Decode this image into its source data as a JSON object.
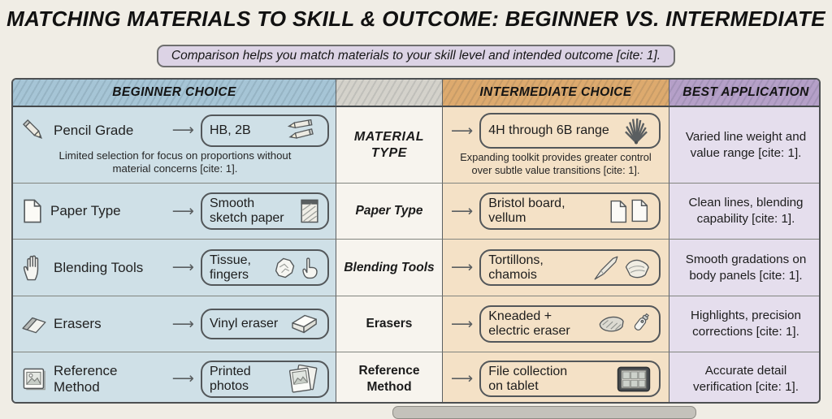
{
  "page": {
    "title": "MATCHING MATERIALS TO SKILL & OUTCOME: BEGINNER VS. INTERMEDIATE",
    "subtitle": "Comparison helps you match materials to your skill level and intended outcome [cite: 1]."
  },
  "ui": {
    "arrow_glyph": "⟶"
  },
  "colors": {
    "paper": "#f0ede5",
    "beginner_header": "#a6c5d6",
    "beginner_cell": "#cfe0e7",
    "middle_header": "#d4d2cb",
    "middle_cell": "#f7f4ee",
    "intermediate_header": "#ddaa6e",
    "intermediate_cell": "#f4e1c6",
    "best_header": "#b5a0c8",
    "best_cell": "#e5deed",
    "subtitle_fill": "#dcd3e5",
    "line": "#4d5052"
  },
  "headers": {
    "beginner": "BEGINNER CHOICE",
    "middle": "",
    "intermediate": "INTERMEDIATE CHOICE",
    "best": "BEST APPLICATION"
  },
  "rows": [
    {
      "beginner": {
        "icon": "pencil-icon",
        "label": "Pencil Grade",
        "value": "HB, 2B",
        "value_icon": "two-pencils-icon",
        "note": "Limited selection for focus on proportions without material concerns [cite: 1]."
      },
      "category": "MATERIAL TYPE",
      "intermediate": {
        "value": "4H through 6B range",
        "value_icon": "pencil-fan-icon",
        "note": "Expanding toolkit provides greater control over subtle value transitions [cite: 1]."
      },
      "best": "Varied line weight and value range [cite: 1]."
    },
    {
      "beginner": {
        "icon": "page-icon",
        "label": "Paper Type",
        "value": "Smooth\nsketch paper",
        "value_icon": "sketch-paper-icon"
      },
      "category": "Paper Type",
      "intermediate": {
        "value": "Bristol board,\nvellum",
        "value_icon": "two-pages-icon"
      },
      "best": "Clean lines, blending capability [cite: 1]."
    },
    {
      "beginner": {
        "icon": "hand-icon",
        "label": "Blending Tools",
        "value": "Tissue,\nfingers",
        "value_icon": "tissue-and-finger-icon"
      },
      "category": "Blending Tools",
      "intermediate": {
        "value": "Tortillons,\nchamois",
        "value_icon": "stump-and-chamois-icon"
      },
      "best": "Smooth gradations on body panels [cite: 1]."
    },
    {
      "beginner": {
        "icon": "eraser-icon",
        "label": "Erasers",
        "value": "Vinyl eraser",
        "value_icon": "vinyl-eraser-icon"
      },
      "category": "Erasers",
      "intermediate": {
        "value": "Kneaded +\nelectric eraser",
        "value_icon": "kneaded-and-electric-eraser-icon"
      },
      "best": "Highlights, precision corrections [cite: 1]."
    },
    {
      "beginner": {
        "icon": "photo-icon",
        "label": "Reference Method",
        "value": "Printed\nphotos",
        "value_icon": "printed-photos-icon"
      },
      "category": "Reference Method",
      "intermediate": {
        "value": "File collection\non tablet",
        "value_icon": "tablet-icon"
      },
      "best": "Accurate detail verification [cite: 1]."
    }
  ]
}
